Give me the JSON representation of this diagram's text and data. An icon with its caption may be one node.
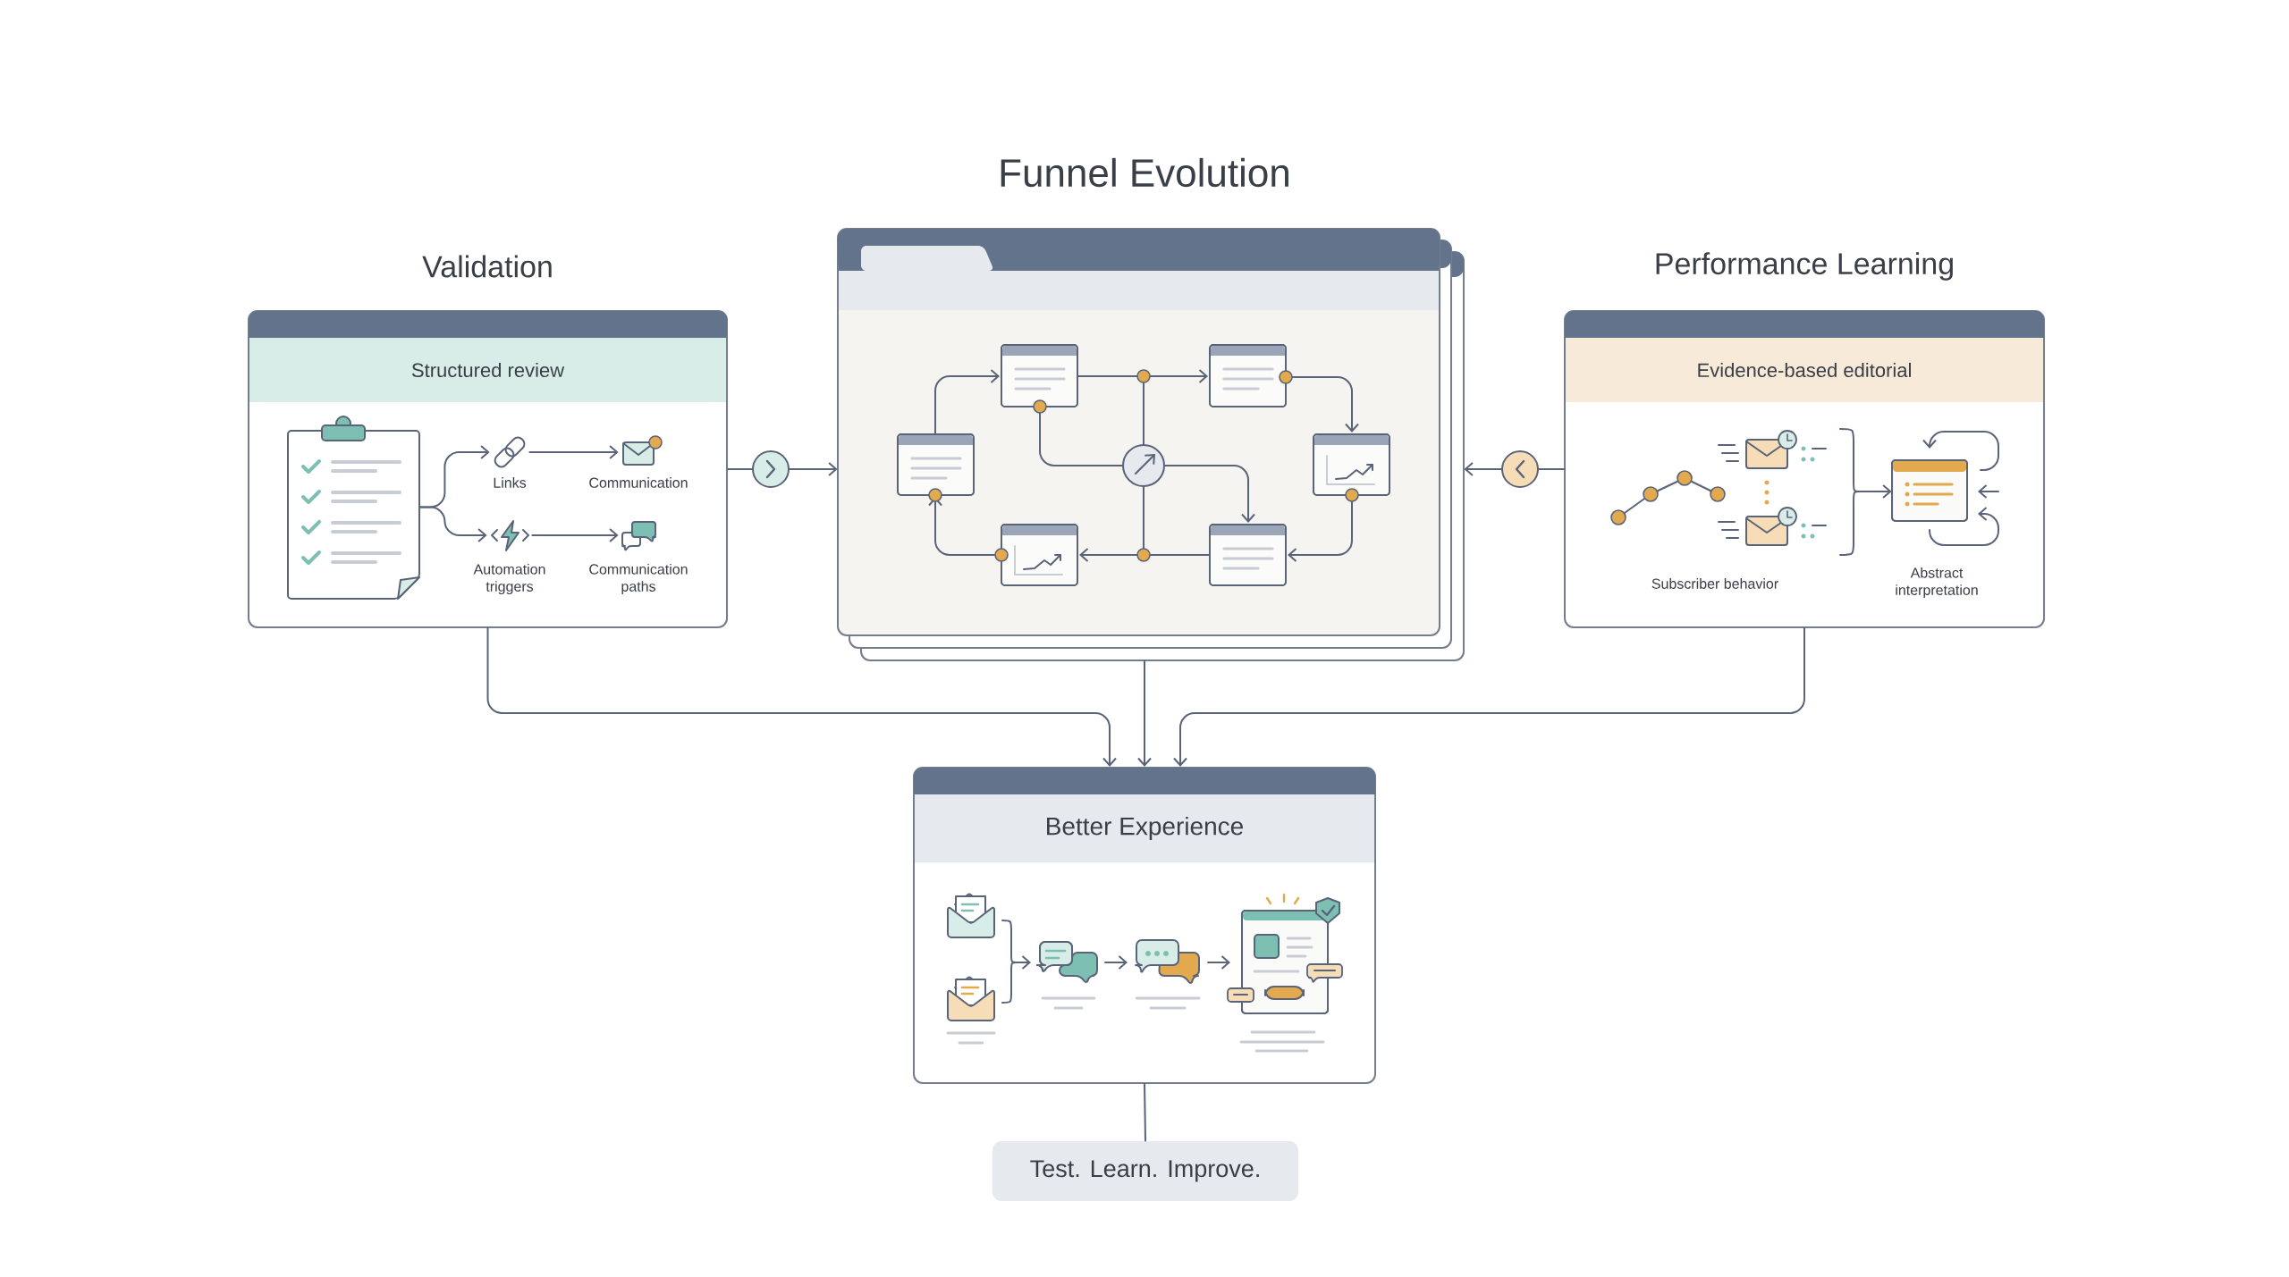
{
  "diagram": {
    "nodes": [
      {
        "text": [
          "Validation",
          "Structured review"
        ]
      },
      {
        "text": [],
        "shape": "picture",
        "in": 0
      },
      {
        "text": [
          "Links"
        ],
        "in": 0
      },
      {
        "text": [
          "Communication"
        ],
        "in": 0
      },
      {
        "text": [
          "Automation triggers"
        ],
        "in": 0
      },
      {
        "text": [
          "Communication paths"
        ],
        "in": 0
      },
      {
        "text": [
          "Funnel Evolution"
        ]
      },
      {
        "text": [
          "Performance Learning",
          "Evidence-based editorial"
        ]
      },
      {
        "text": [
          "Subscriber behavior"
        ],
        "in": 7
      },
      {
        "text": [
          "Abstract interpretation"
        ],
        "in": 7
      },
      {
        "text": [
          "Better Experience"
        ]
      },
      {
        "text": [
          "Test. Learn. Improve."
        ]
      }
    ],
    "edges": [
      {
        "from": 1,
        "to": 2,
        "arrow": "to"
      },
      {
        "from": 1,
        "to": 4,
        "arrow": "to"
      },
      {
        "from": 2,
        "to": 3,
        "arrow": "to"
      },
      {
        "from": 4,
        "to": 5,
        "arrow": "to"
      },
      {
        "from": 0,
        "to": 6,
        "arrow": "to"
      },
      {
        "from": 7,
        "to": 6,
        "arrow": "to"
      },
      {
        "from": 8,
        "to": 9,
        "arrow": "to"
      },
      {
        "from": 0,
        "to": 10,
        "arrow": "to"
      },
      {
        "from": 6,
        "to": 10,
        "arrow": "to"
      },
      {
        "from": 7,
        "to": 10,
        "arrow": "to"
      },
      {
        "from": 10,
        "to": 11,
        "arrow": "none"
      }
    ]
  }
}
